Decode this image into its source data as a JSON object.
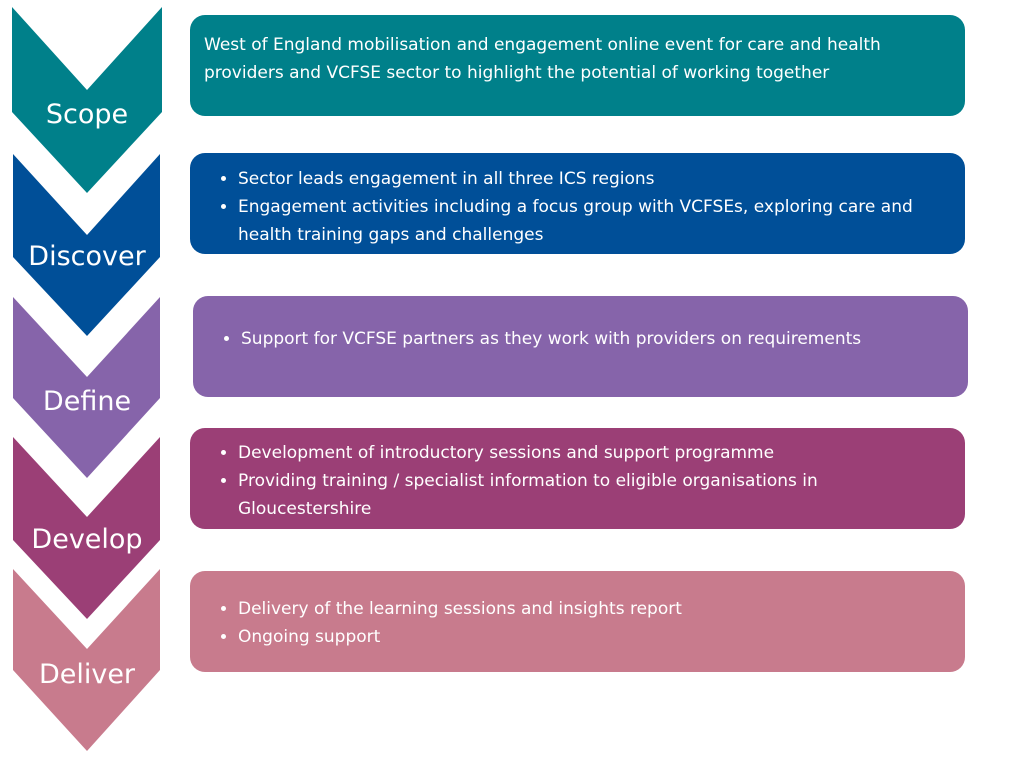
{
  "stages": [
    {
      "label": "Scope",
      "color": "#00808A",
      "text": "West of England mobilisation and engagement online event for care and health providers and VCFSE sector to highlight the potential of working together",
      "bullets": []
    },
    {
      "label": "Discover",
      "color": "#004F98",
      "bullets": [
        "Sector leads engagement in all three ICS regions",
        "Engagement activities including a focus group with VCFSEs, exploring care and health training gaps and challenges"
      ]
    },
    {
      "label": "Define",
      "color": "#8664AA",
      "bullets": [
        "Support for VCFSE partners as they work with providers on requirements"
      ]
    },
    {
      "label": "Develop",
      "color": "#9B3F76",
      "bullets": [
        "Development of introductory sessions and support programme",
        "Providing training / specialist information to eligible organisations in Gloucestershire"
      ]
    },
    {
      "label": "Deliver",
      "color": "#C87B8D",
      "bullets": [
        "Delivery of the learning sessions and insights report",
        "Ongoing support"
      ]
    }
  ]
}
